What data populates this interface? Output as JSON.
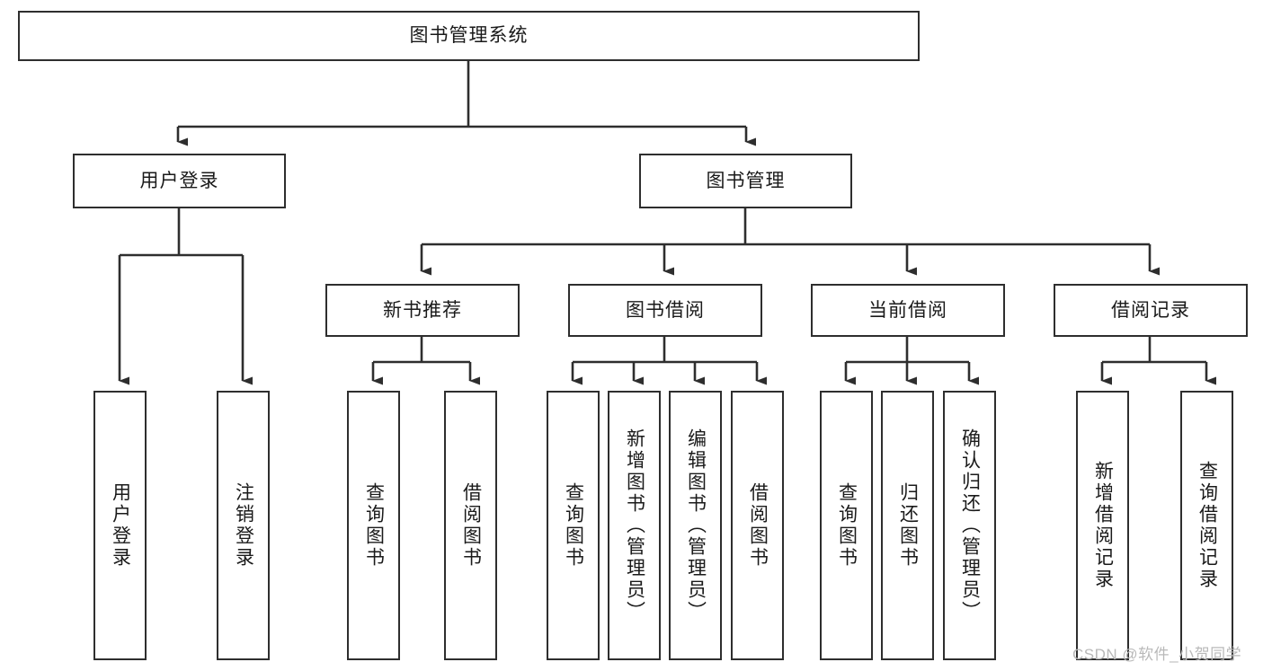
{
  "diagram": {
    "title": "图书管理系统",
    "type": "tree",
    "colors": {
      "box_border": "#2e2e2e",
      "box_fill": "#ffffff",
      "connector": "#2e2e2e",
      "text": "#1a1a1a",
      "watermark": "#b9b9b9",
      "background": "#ffffff"
    },
    "root": {
      "label": "图书管理系统"
    },
    "level2": [
      {
        "label": "用户登录"
      },
      {
        "label": "图书管理"
      }
    ],
    "level3": [
      {
        "label": "新书推荐"
      },
      {
        "label": "图书借阅"
      },
      {
        "label": "当前借阅"
      },
      {
        "label": "借阅记录"
      }
    ],
    "leaves": {
      "user_login": [
        {
          "label": "用户登录"
        },
        {
          "label": "注销登录"
        }
      ],
      "new_book_recommend": [
        {
          "label": "查询图书"
        },
        {
          "label": "借阅图书"
        }
      ],
      "book_borrow": [
        {
          "label": "查询图书"
        },
        {
          "label": "新增图书（管理员）"
        },
        {
          "label": "编辑图书（管理员）"
        },
        {
          "label": "借阅图书"
        }
      ],
      "current_borrow": [
        {
          "label": "查询图书"
        },
        {
          "label": "归还图书"
        },
        {
          "label": "确认归还（管理员）"
        }
      ],
      "borrow_record": [
        {
          "label": "新增借阅记录"
        },
        {
          "label": "查询借阅记录"
        }
      ]
    }
  },
  "watermark": {
    "text": "CSDN @软件_小贺同学"
  }
}
